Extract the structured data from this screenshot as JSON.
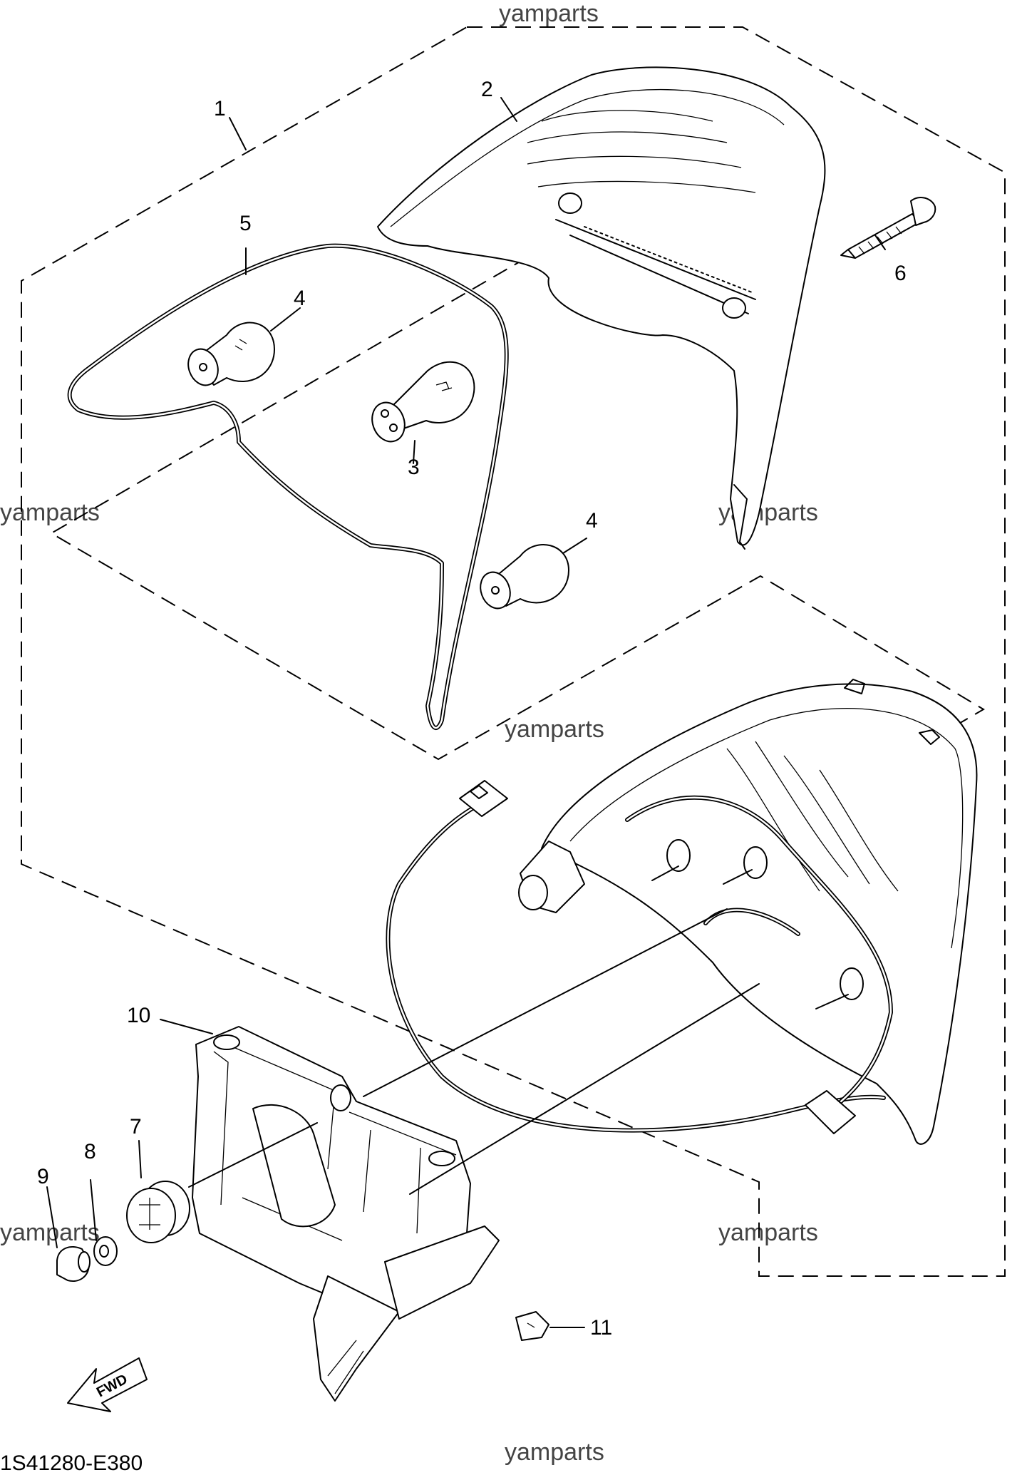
{
  "diagram_code": "1S41280-E380",
  "watermark": "yamparts",
  "fwd_label": "FWD",
  "callouts": {
    "c1": "1",
    "c2": "2",
    "c3": "3",
    "c4a": "4",
    "c4b": "4",
    "c5": "5",
    "c6": "6",
    "c7": "7",
    "c8": "8",
    "c9": "9",
    "c10": "10",
    "c11": "11"
  }
}
